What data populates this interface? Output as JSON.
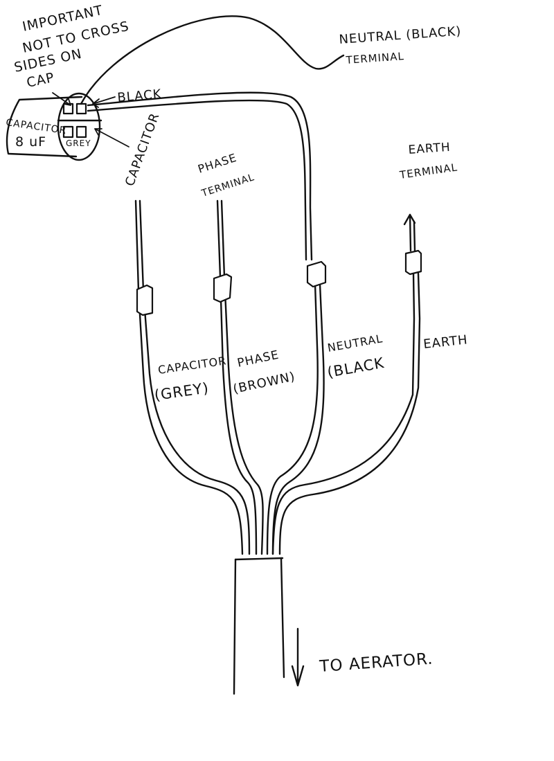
{
  "notes": {
    "important": [
      "IMPORTANT",
      "NOT TO CROSS",
      "SIDES ON",
      "CAP"
    ],
    "capacitor_title": [
      "CAPACITOR",
      "8 uF"
    ],
    "black_lead": "BLACK",
    "capacitor_lead": "CAPACITOR",
    "grey_tag": "GREY"
  },
  "terminals": {
    "neutral": [
      "NEUTRAL (BLACK)",
      "TERMINAL"
    ],
    "phase": [
      "PHASE",
      "TERMINAL"
    ],
    "earth": [
      "EARTH",
      "TERMINAL"
    ]
  },
  "wires": {
    "capacitor": [
      "CAPACITOR",
      "(GREY)"
    ],
    "phase": [
      "PHASE",
      "(BROWN)"
    ],
    "neutral": [
      "NEUTRAL",
      "(BLACK"
    ],
    "earth": "EARTH"
  },
  "destination": "TO AERATOR."
}
